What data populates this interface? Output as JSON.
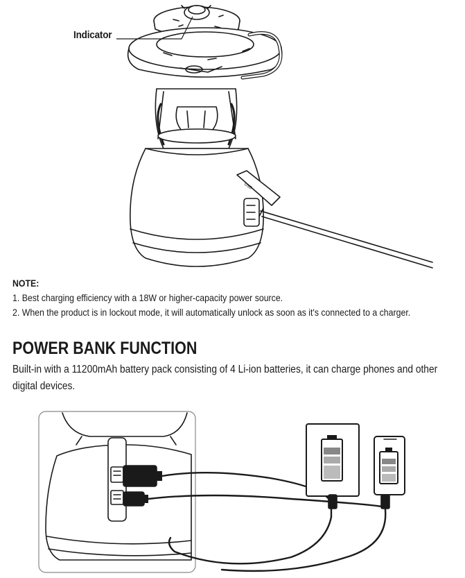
{
  "figure_top": {
    "indicator_label": "Indicator"
  },
  "note": {
    "title": "NOTE:",
    "items": [
      "1. Best charging efficiency with a 18W or higher-capacity power source.",
      "2. When the product is in lockout mode, it will automatically unlock as soon as it's connected to a charger."
    ]
  },
  "power_bank": {
    "title": "POWER BANK FUNCTION",
    "description": "Built-in with a 11200mAh battery pack consisting of 4 Li-ion batteries, it can charge phones and other digital devices."
  }
}
